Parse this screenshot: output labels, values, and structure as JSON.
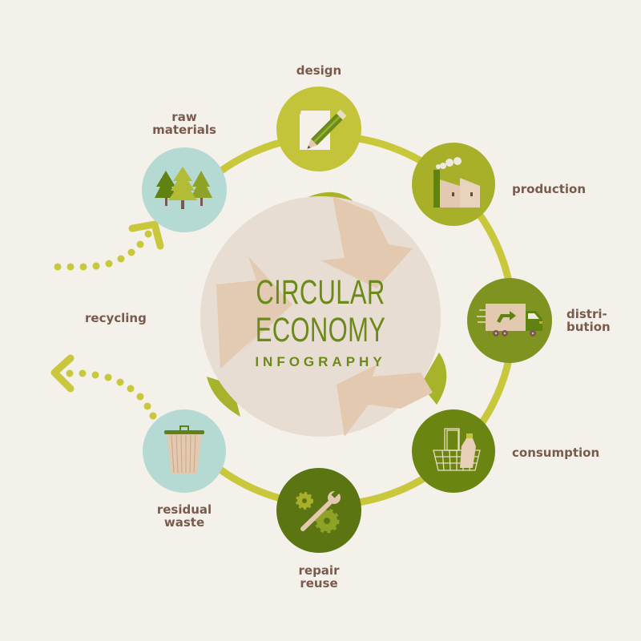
{
  "title": {
    "line1": "CIRCULAR",
    "line2": "ECONOMY",
    "line3": "INFOGRAPHY"
  },
  "stages": [
    {
      "id": "design",
      "label": "design",
      "icon": "paper-pencil-icon",
      "color": "#c4c43a"
    },
    {
      "id": "production",
      "label": "production",
      "icon": "factory-icon",
      "color": "#a8b02a"
    },
    {
      "id": "distribution",
      "label_line1": "distri-",
      "label_line2": "bution",
      "icon": "delivery-truck-icon",
      "color": "#7f9420"
    },
    {
      "id": "consumption",
      "label": "consumption",
      "icon": "shopping-basket-icon",
      "color": "#6b8512"
    },
    {
      "id": "repair_reuse",
      "label_line1": "repair",
      "label_line2": "reuse",
      "icon": "wrench-gears-icon",
      "color": "#5a7512"
    },
    {
      "id": "residual_waste",
      "label_line1": "residual",
      "label_line2": "waste",
      "icon": "trash-bin-icon",
      "color": "#b4dad3"
    },
    {
      "id": "raw_materials",
      "label_line1": "raw",
      "label_line2": "materials",
      "icon": "pine-trees-icon",
      "color": "#b4dad3"
    }
  ],
  "recycling": {
    "label": "recycling"
  },
  "colors": {
    "background": "#f4f1ea",
    "ring": "#c9c83c",
    "label_text": "#7a5a4c",
    "title_green": "#6b8a1a",
    "globe": "#e8ddd2",
    "recycle_arrow": "#e2c9b0"
  }
}
